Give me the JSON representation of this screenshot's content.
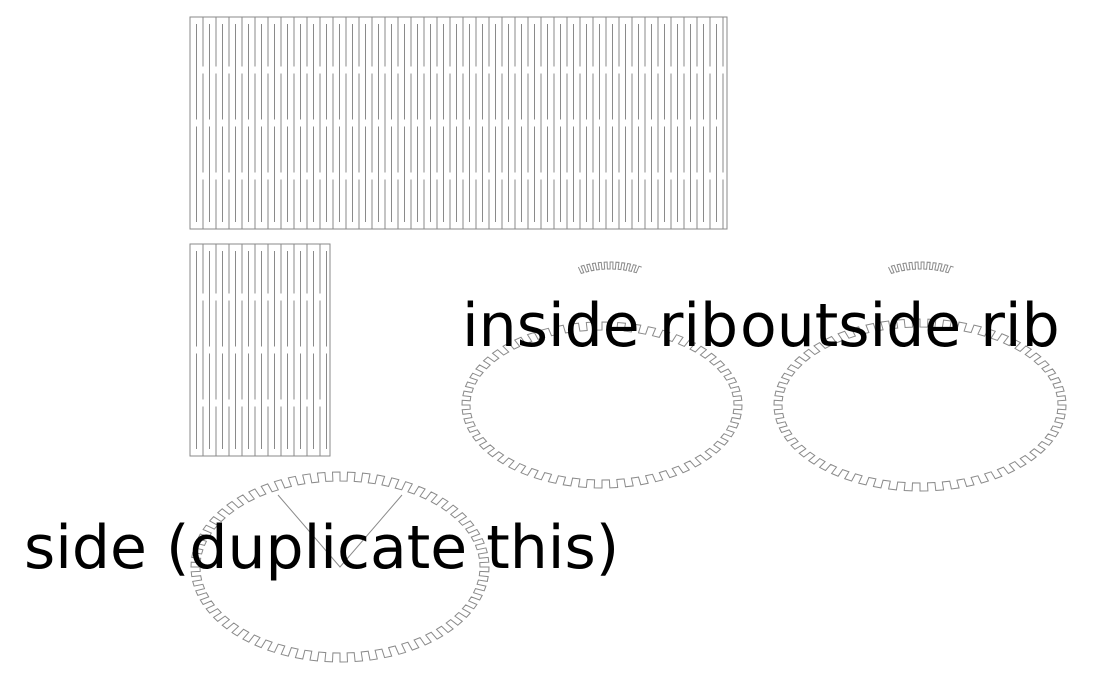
{
  "labels": {
    "inside": "inside rib",
    "outside": "outside rib",
    "side": "side (duplicate this)"
  },
  "colors": {
    "stroke": "#8a8a8a",
    "text": "#000000",
    "background": "#ffffff"
  }
}
